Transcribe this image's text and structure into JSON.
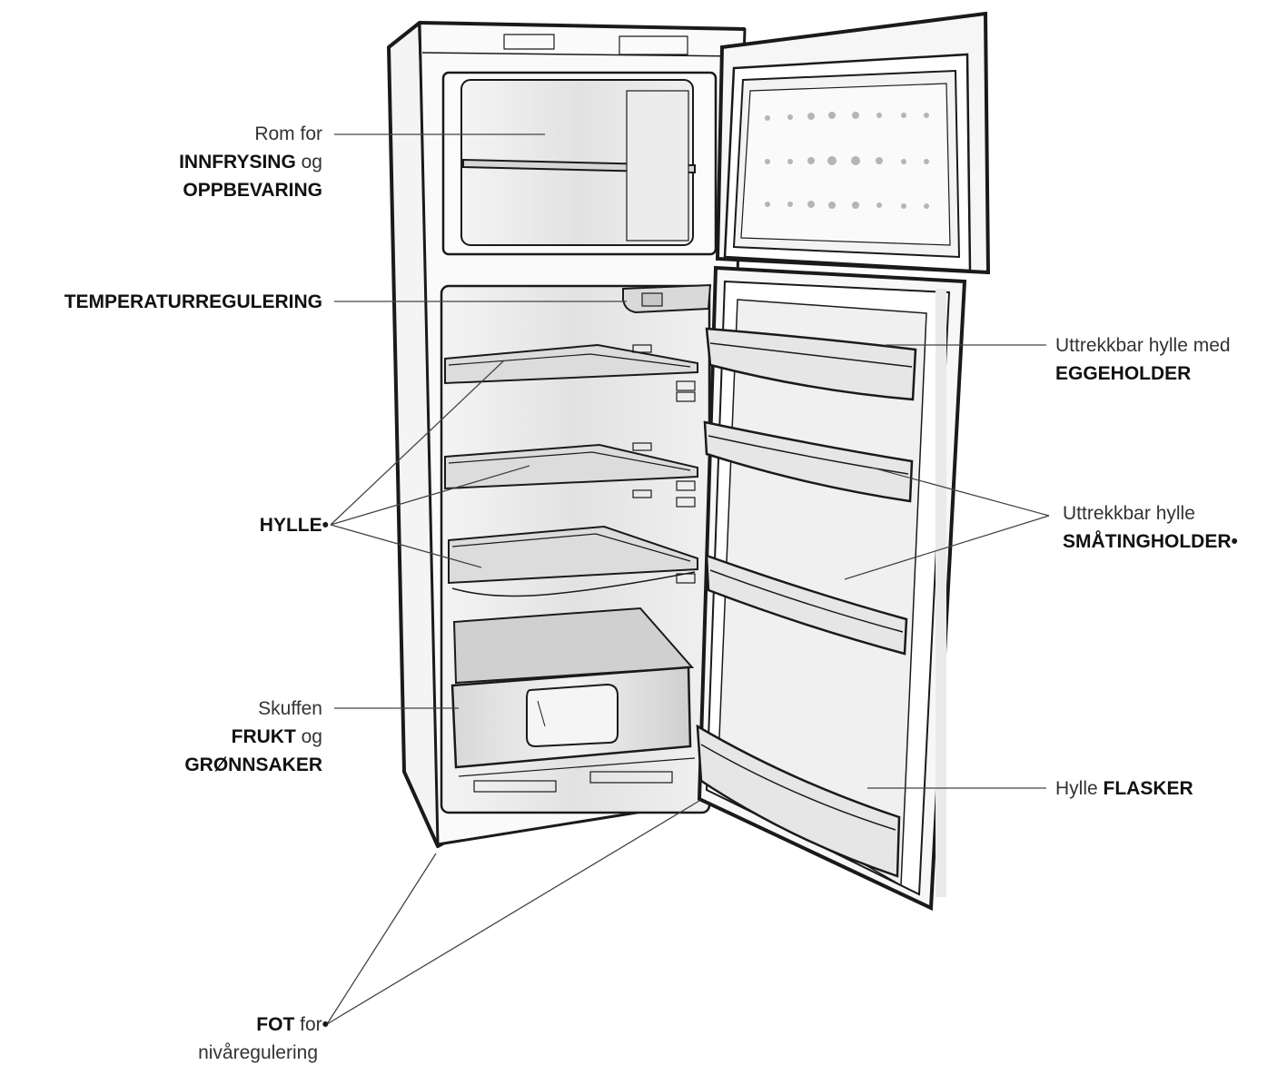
{
  "labels": {
    "freezer": {
      "line1": "Rom for",
      "line2_bold": "INNFRYSING",
      "line2_light": " og",
      "line3_bold": "OPPBEVARING"
    },
    "thermostat": {
      "bold": "TEMPERATURREGULERING"
    },
    "shelf": {
      "bold": "HYLLE",
      "marker": "•"
    },
    "drawer": {
      "line1": "Skuffen",
      "line2_bold": "FRUKT",
      "line2_light": " og",
      "line3_bold": "GRØNNSAKER"
    },
    "foot": {
      "line1_bold": "FOT",
      "line1_light": " for",
      "line2": "nivåregulering",
      "marker": "•"
    },
    "egg_shelf": {
      "line1": "Uttrekkbar hylle med",
      "line2_bold": "EGGEHOLDER"
    },
    "small_items_shelf": {
      "line1": "Uttrekkbar hylle",
      "line2_bold": "SMÅTINGHOLDER",
      "marker": "•"
    },
    "bottle_shelf": {
      "line1_light": "Hylle ",
      "line1_bold": "FLASKER"
    }
  },
  "colors": {
    "outline": "#1a1a1a",
    "interior_shade": "#e4e4e4",
    "shelf_fill": "#dcdcdc",
    "leader_line": "#444444"
  }
}
